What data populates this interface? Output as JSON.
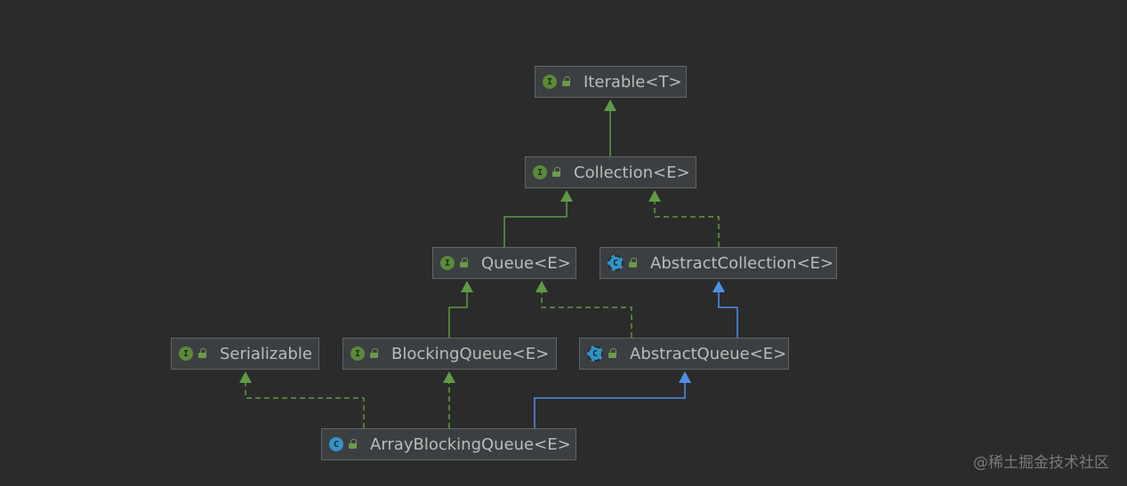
{
  "diagram": {
    "nodes": [
      {
        "id": "iterable",
        "kind": "interface",
        "label": "Iterable<T>"
      },
      {
        "id": "collection",
        "kind": "interface",
        "label": "Collection<E>"
      },
      {
        "id": "queue",
        "kind": "interface",
        "label": "Queue<E>"
      },
      {
        "id": "abstractcollection",
        "kind": "abstract",
        "label": "AbstractCollection<E>"
      },
      {
        "id": "serializable",
        "kind": "interface",
        "label": "Serializable"
      },
      {
        "id": "blockingqueue",
        "kind": "interface",
        "label": "BlockingQueue<E>"
      },
      {
        "id": "abstractqueue",
        "kind": "abstract",
        "label": "AbstractQueue<E>"
      },
      {
        "id": "arrayblockingqueue",
        "kind": "class",
        "label": "ArrayBlockingQueue<E>"
      }
    ],
    "edges": [
      {
        "from": "collection",
        "to": "iterable",
        "type": "extends"
      },
      {
        "from": "queue",
        "to": "collection",
        "type": "extends"
      },
      {
        "from": "abstractcollection",
        "to": "collection",
        "type": "implements"
      },
      {
        "from": "blockingqueue",
        "to": "queue",
        "type": "extends"
      },
      {
        "from": "abstractqueue",
        "to": "queue",
        "type": "implements"
      },
      {
        "from": "abstractqueue",
        "to": "abstractcollection",
        "type": "class-extends"
      },
      {
        "from": "arrayblockingqueue",
        "to": "serializable",
        "type": "implements"
      },
      {
        "from": "arrayblockingqueue",
        "to": "blockingqueue",
        "type": "implements"
      },
      {
        "from": "arrayblockingqueue",
        "to": "abstractqueue",
        "type": "class-extends"
      }
    ],
    "colors": {
      "background": "#2b2b2b",
      "node_fill": "#3c3f41",
      "node_border": "#626466",
      "interface_edge": "#5f9a45",
      "class_edge": "#4f8fe6",
      "text": "#bbbbbb"
    },
    "kind_letters": {
      "interface": "I",
      "class": "C",
      "abstract": "C"
    }
  },
  "watermark": "@稀土掘金技术社区"
}
